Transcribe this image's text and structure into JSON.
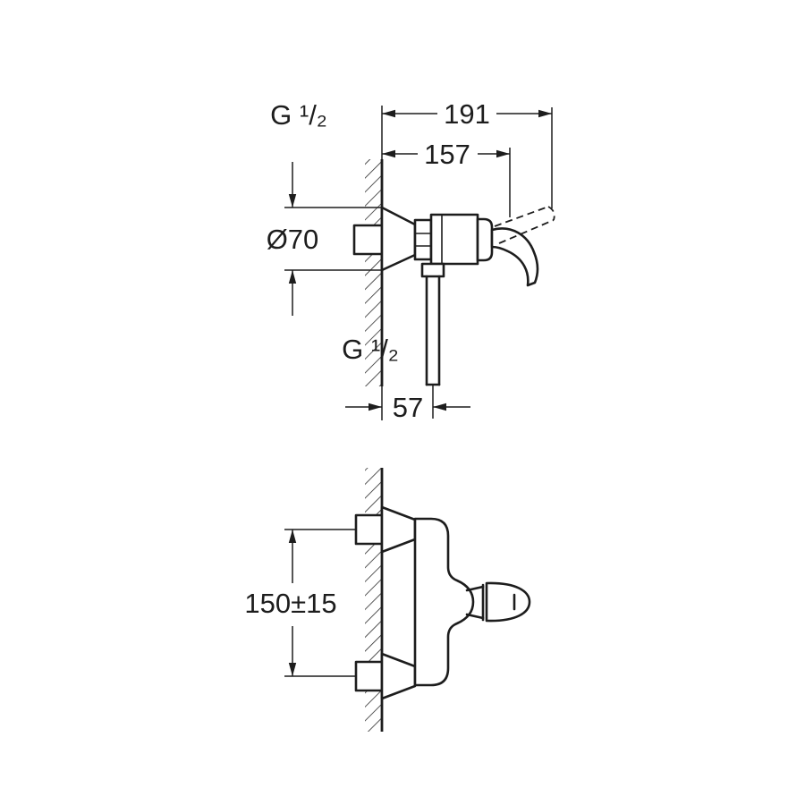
{
  "page": {
    "background": "#ffffff",
    "ink": "#1d1d1d"
  },
  "side_view": {
    "dims": {
      "inlet_thread": "G ¹/₂",
      "total_depth": "191",
      "body_depth": "157",
      "escutcheon_diameter": "Ø70",
      "outlet_thread": "G ¹/₂",
      "outlet_offset": "57"
    }
  },
  "front_view": {
    "dims": {
      "inlet_spacing": "150±15"
    }
  }
}
